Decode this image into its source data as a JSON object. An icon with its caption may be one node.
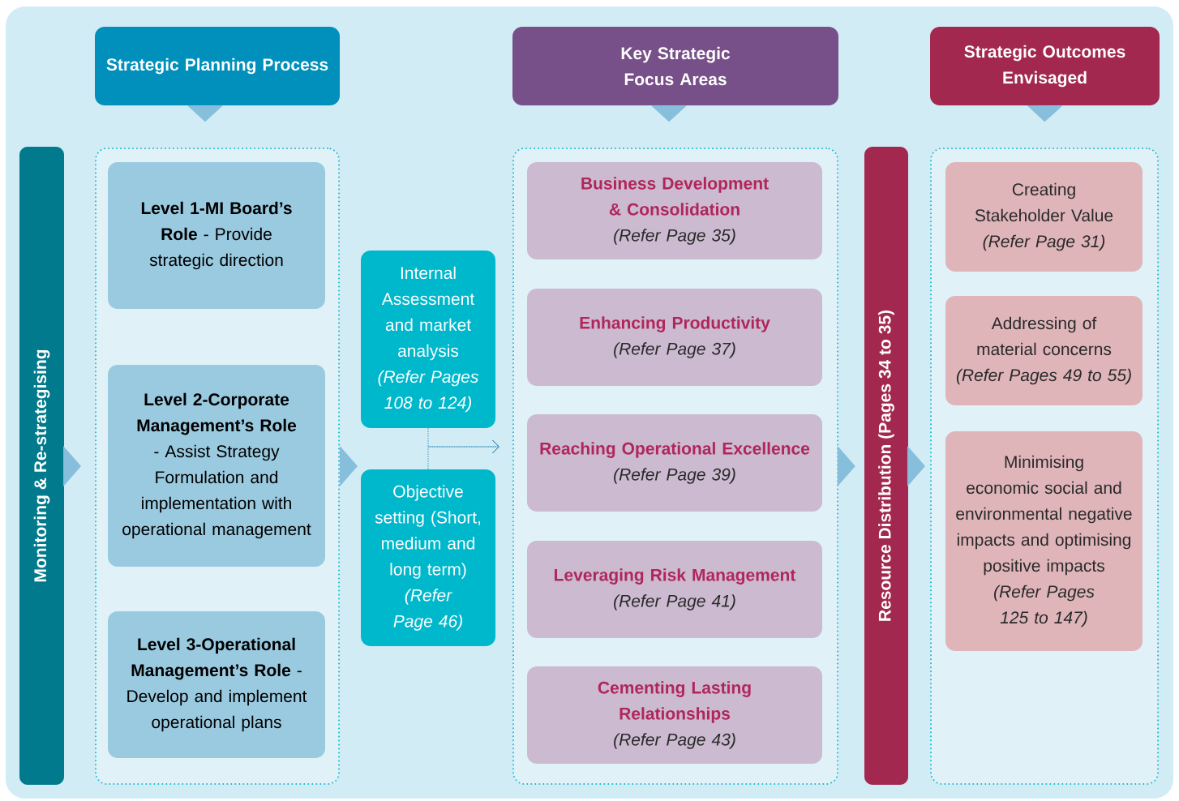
{
  "diagram": {
    "nodes": [
      {
        "text": [
          "Strategic Planning Process"
        ]
      },
      {
        "text": [
          "Key Strategic Focus Areas"
        ]
      },
      {
        "text": [
          "Strategic Outcomes Envisaged"
        ]
      },
      {
        "text": [
          "Monitoring & Re-strategising"
        ]
      },
      {
        "text": [],
        "shape": "box"
      },
      {
        "text": [
          "**Level 1-MI Board’s Role** - Provide strategic direction"
        ],
        "in": 4
      },
      {
        "text": [
          "**Level 2-Corporate Management’s Role** - Assist Strategy Formulation and implementation with operational management"
        ],
        "in": 4
      },
      {
        "text": [
          "**Level 3-Operational Management’s Role** - Develop and implement operational plans"
        ],
        "in": 4
      },
      {
        "text": [
          "Internal Assessment and market analysis",
          "(Refer Pages 108 to 124)"
        ]
      },
      {
        "text": [
          "Objective setting (Short, medium and long term)",
          "(Refer Page 46)"
        ]
      },
      {
        "text": [],
        "shape": "box"
      },
      {
        "text": [
          "Business Development & Consolidation",
          "(Refer Page 35)"
        ],
        "in": 10
      },
      {
        "text": [
          "Enhancing Productivity",
          "(Refer Page 37)"
        ],
        "in": 10
      },
      {
        "text": [
          "Reaching Operational Excellence",
          "(Refer Page 39)"
        ],
        "in": 10
      },
      {
        "text": [
          "Leveraging Risk Management",
          "(Refer Page 41)"
        ],
        "in": 10
      },
      {
        "text": [
          "Cementing Lasting Relationships",
          "(Refer Page 43)"
        ],
        "in": 10
      },
      {
        "text": [
          "Resource Distribution (Pages 34 to 35)"
        ]
      },
      {
        "text": [],
        "shape": "box"
      },
      {
        "text": [
          "Creating Stakeholder Value",
          "(Refer Page 31)"
        ],
        "in": 17
      },
      {
        "text": [
          "Addressing of material concerns",
          "(Refer Pages 49 to 55)"
        ],
        "in": 17
      },
      {
        "text": [
          "Minimising economic social and environmental negative impacts and optimising positive impacts",
          "(Refer Pages 125 to 147)"
        ],
        "in": 17
      }
    ],
    "edges": [
      {
        "from": 0,
        "to": 4,
        "arrow": "to"
      },
      {
        "from": 1,
        "to": 10,
        "arrow": "to"
      },
      {
        "from": 2,
        "to": 17,
        "arrow": "to"
      },
      {
        "from": 3,
        "to": 4,
        "arrow": "to"
      },
      {
        "from": 4,
        "to": null,
        "arrow": "to"
      },
      {
        "from": 8,
        "to": 10,
        "arrow": "to",
        "style": "dashed"
      },
      {
        "from": 9,
        "to": 10,
        "arrow": "to",
        "style": "dashed"
      },
      {
        "from": 10,
        "to": 16,
        "arrow": "to"
      },
      {
        "from": 16,
        "to": 17,
        "arrow": "to"
      }
    ]
  }
}
